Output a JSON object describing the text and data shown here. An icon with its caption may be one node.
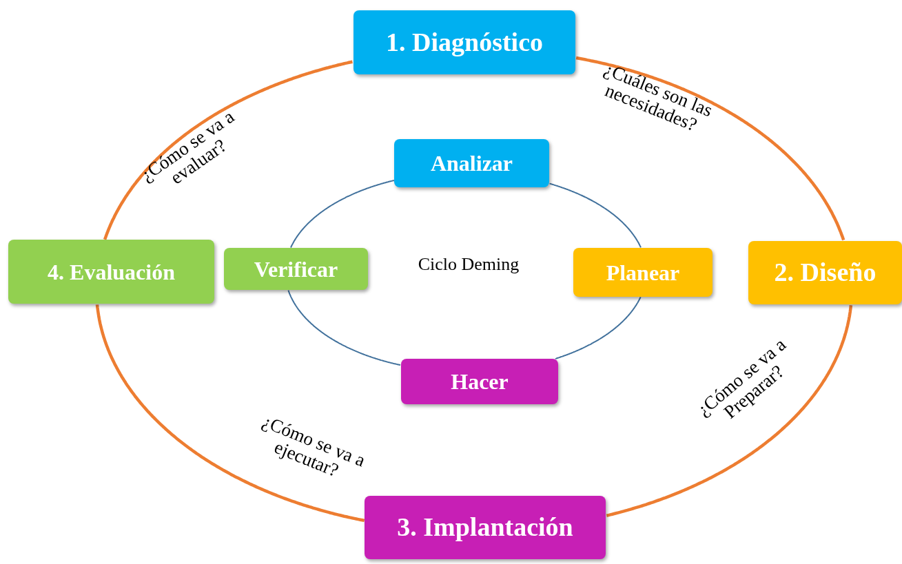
{
  "diagram": {
    "nodes": [
      {
        "text": [
          "1. Diagnóstico"
        ]
      },
      {
        "text": [
          "2. Diseño"
        ]
      },
      {
        "text": [
          "3. Implantación"
        ]
      },
      {
        "text": [
          "4. Evaluación"
        ]
      },
      {
        "text": [
          "Analizar"
        ]
      },
      {
        "text": [
          "Planear"
        ]
      },
      {
        "text": [
          "Hacer"
        ]
      },
      {
        "text": [
          "Verificar"
        ]
      }
    ],
    "edges": [
      {
        "from": 0,
        "to": 1,
        "arrow": "none",
        "style": "thick",
        "color": "#ed7d31"
      },
      {
        "from": 1,
        "to": 2,
        "arrow": "none",
        "style": "thick",
        "color": "#ed7d31"
      },
      {
        "from": 2,
        "to": 3,
        "arrow": "none",
        "style": "thick",
        "color": "#ed7d31"
      },
      {
        "from": 3,
        "to": 0,
        "arrow": "none",
        "style": "thick",
        "color": "#ed7d31"
      },
      {
        "from": 4,
        "to": 5,
        "arrow": "none",
        "color": "#41719c"
      },
      {
        "from": 5,
        "to": 6,
        "arrow": "none",
        "color": "#41719c"
      },
      {
        "from": 6,
        "to": 7,
        "arrow": "none",
        "color": "#41719c"
      },
      {
        "from": 7,
        "to": 4,
        "arrow": "none",
        "color": "#41719c"
      }
    ],
    "labels": [
      "¿Cuáles son las necesidades?",
      "¿Cómo se va a evaluar?",
      "Ciclo Deming",
      "¿Cómo se va a Preparar?",
      "¿Cómo se va a ejecutar?"
    ]
  }
}
